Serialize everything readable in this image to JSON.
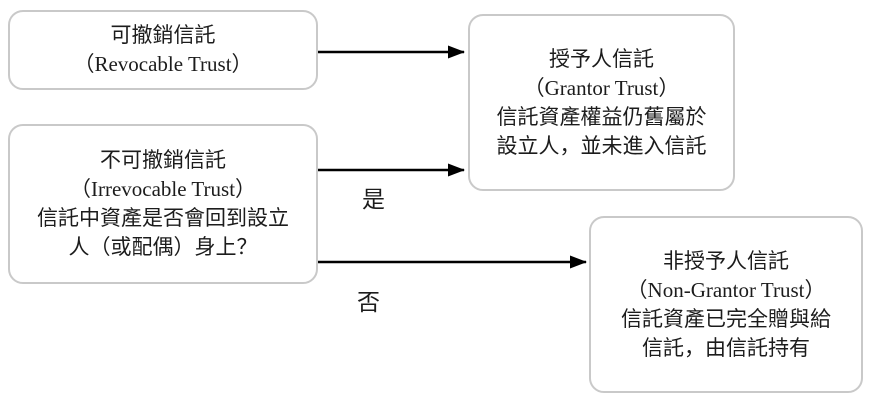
{
  "diagram": {
    "type": "flowchart",
    "topic": "Grantor vs Non-Grantor Trust classification",
    "boxes": {
      "revocable": {
        "lines": [
          "可撤銷信託",
          "（Revocable Trust）"
        ]
      },
      "irrevocable": {
        "lines": [
          "不可撤銷信託",
          "（Irrevocable Trust）",
          "信託中資產是否會回到設立",
          "人（或配偶）身上？"
        ]
      },
      "grantor": {
        "lines": [
          "授予人信託",
          "（Grantor Trust）",
          "信託資產權益仍舊屬於",
          "設立人，並未進入信託"
        ]
      },
      "non_grantor": {
        "lines": [
          "非授予人信託",
          "（Non-Grantor Trust）",
          "信託資產已完全贈與給",
          "信託，由信託持有"
        ]
      }
    },
    "edges": [
      {
        "from": "revocable",
        "to": "grantor",
        "label": ""
      },
      {
        "from": "irrevocable",
        "to": "grantor",
        "label": "是"
      },
      {
        "from": "irrevocable",
        "to": "non_grantor",
        "label": "否"
      }
    ],
    "edge_labels": {
      "yes": "是",
      "no": "否"
    },
    "colors": {
      "background": "#ffffff",
      "box_border": "#c9c9c9",
      "text": "#1c1c1c",
      "arrow": "#000000"
    }
  }
}
